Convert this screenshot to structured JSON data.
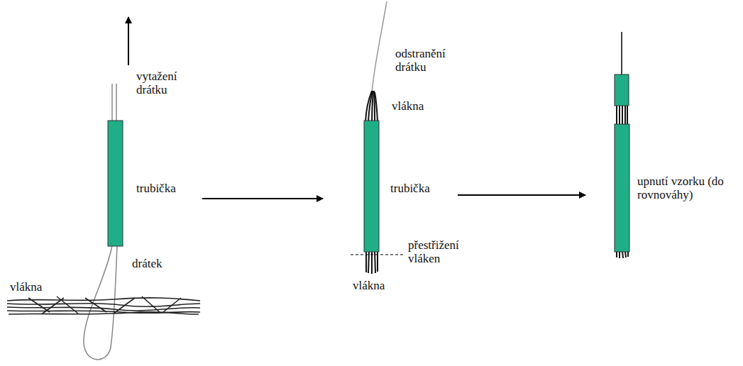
{
  "diagram": {
    "labels": [
      "vytažení drátku",
      "trubička",
      "drátek",
      "vlákna",
      "odstranění drátku",
      "vlákna",
      "trubička",
      "přestřižení vláken",
      "vlákna",
      "upnutí vzorku (do rovnováhy)"
    ]
  }
}
